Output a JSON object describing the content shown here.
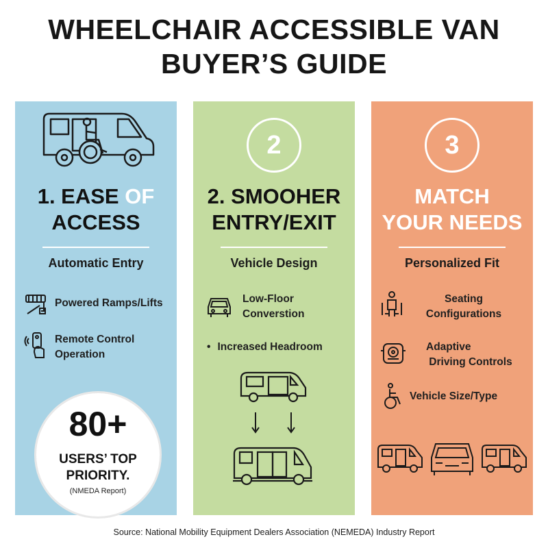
{
  "title": {
    "line1": "WHEELCHAIR ACCESSIBLE VAN",
    "line2": "BUYER’S GUIDE"
  },
  "columns": [
    {
      "heading_line1_a": "1. EASE",
      "heading_line1_b": "OF",
      "heading_line2": "ACCESS",
      "subheading": "Automatic Entry",
      "items": [
        {
          "label": "Powered Ramps/Lifts",
          "icon": "ramp-lift-icon"
        },
        {
          "label_line1": "Remote Control",
          "label_line2": "Operation",
          "icon": "remote-control-icon"
        }
      ],
      "stat": {
        "value": "80+",
        "line1": "USERS’ TOP",
        "line2": "PRIORITY.",
        "note": "(NMEDA Report)"
      },
      "color": "#a8d3e5"
    },
    {
      "number": "2",
      "heading_line1": "2. SMOOHER",
      "heading_line2": "ENTRY/EXIT",
      "subheading": "Vehicle Design",
      "items": [
        {
          "label_line1": "Low-Floor",
          "label_line2": "Converstion",
          "icon": "low-floor-van-icon"
        },
        {
          "label": "Increased Headroom",
          "bullet": "•"
        }
      ],
      "color": "#c4dca0"
    },
    {
      "number": "3",
      "heading_line1": "MATCH",
      "heading_line2": "YOUR NEEDS",
      "subheading": "Personalized Fit",
      "items": [
        {
          "label_line1": "Seating",
          "label_line2": "Configurations",
          "icon": "seating-icon"
        },
        {
          "label_line1": "Adaptive",
          "label_line2": "Driving Controls",
          "icon": "steering-wheel-icon"
        },
        {
          "label": "Vehicle Size/Type",
          "icon": "wheelchair-icon"
        }
      ],
      "color": "#f0a27a"
    }
  ],
  "footer": "Source: National Mobility Equipment Dealers Association (NEMEDA) Industry Report"
}
